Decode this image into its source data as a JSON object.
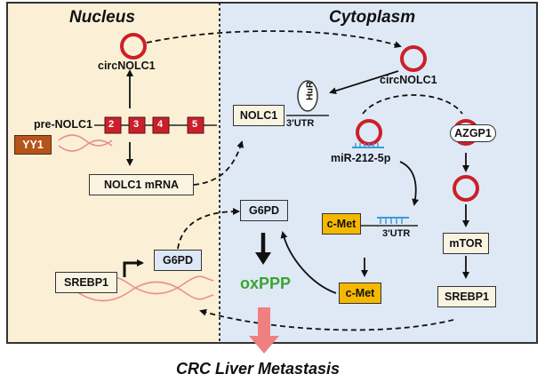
{
  "regions": {
    "nucleus": "Nucleus",
    "cytoplasm": "Cytoplasm"
  },
  "labels": {
    "circ_nucleus": "circNOLC1",
    "circ_cyto": "circNOLC1",
    "pre_nolc1": "pre-NOLC1",
    "exons": [
      "2",
      "3",
      "4",
      "5"
    ],
    "yy1": "YY1",
    "nolc1_mrna": "NOLC1 mRNA",
    "nolc1": "NOLC1",
    "hur": "HuR",
    "utr_nolc1": "3'UTR",
    "mir": "miR-212-5p",
    "azgp1": "AZGP1",
    "g6pd_nucleus": "G6PD",
    "g6pd_cyto": "G6PD",
    "srebp1_nucleus": "SREBP1",
    "srebp1_cyto": "SREBP1",
    "cmet_top": "c-Met",
    "utr_cmet": "3'UTR",
    "cmet_bottom": "c-Met",
    "mtor": "mTOR",
    "oxppp": "oxPPP",
    "footer": "CRC Liver Metastasis"
  },
  "colors": {
    "nucleus_bg": "#fbf0d6",
    "cytoplasm_bg": "#dfe9f6",
    "circ_ring": "#cc1f27",
    "exon": "#c9202c",
    "oxppp": "#3aa332",
    "arrow_big": "#f08080",
    "mirna": "#3a9ad9"
  }
}
